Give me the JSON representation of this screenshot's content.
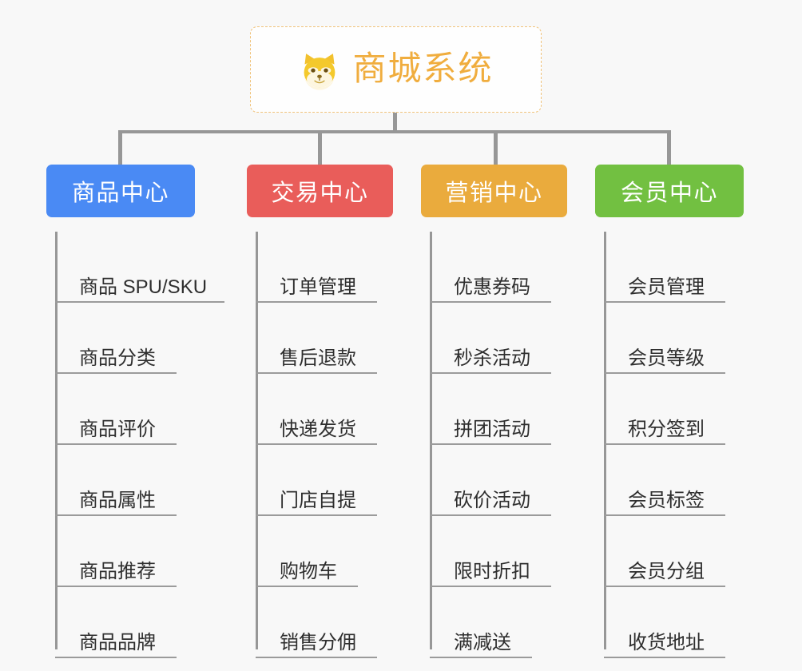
{
  "root": {
    "title": "商城系统",
    "icon": "shiba-dog-icon",
    "color": "#f0ad3e",
    "border_color": "#f0c27a"
  },
  "connector": {
    "color": "#979797"
  },
  "branches": [
    {
      "id": "product",
      "label": "商品中心",
      "color": "#4a8af4",
      "items": [
        "商品 SPU/SKU",
        "商品分类",
        "商品评价",
        "商品属性",
        "商品推荐",
        "商品品牌"
      ]
    },
    {
      "id": "trade",
      "label": "交易中心",
      "color": "#e95d5a",
      "items": [
        "订单管理",
        "售后退款",
        "快递发货",
        "门店自提",
        "购物车",
        "销售分佣"
      ]
    },
    {
      "id": "marketing",
      "label": "营销中心",
      "color": "#eaab3d",
      "items": [
        "优惠券码",
        "秒杀活动",
        "拼团活动",
        "砍价活动",
        "限时折扣",
        "满减送"
      ]
    },
    {
      "id": "member",
      "label": "会员中心",
      "color": "#72c041",
      "items": [
        "会员管理",
        "会员等级",
        "积分签到",
        "会员标签",
        "会员分组",
        "收货地址"
      ]
    }
  ]
}
